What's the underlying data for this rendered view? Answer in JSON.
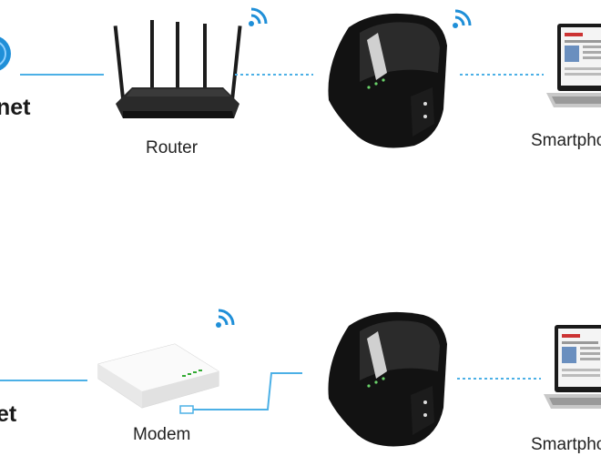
{
  "row1": {
    "internet_label": "net",
    "device_label": "Router",
    "client_label": "Smartpho"
  },
  "row2": {
    "internet_label": "et",
    "device_label": "Modem",
    "client_label": "Smartpho"
  },
  "icons": [
    "globe-icon",
    "wifi-icon",
    "router-icon",
    "modem-icon",
    "extender-icon",
    "laptop-icon"
  ]
}
